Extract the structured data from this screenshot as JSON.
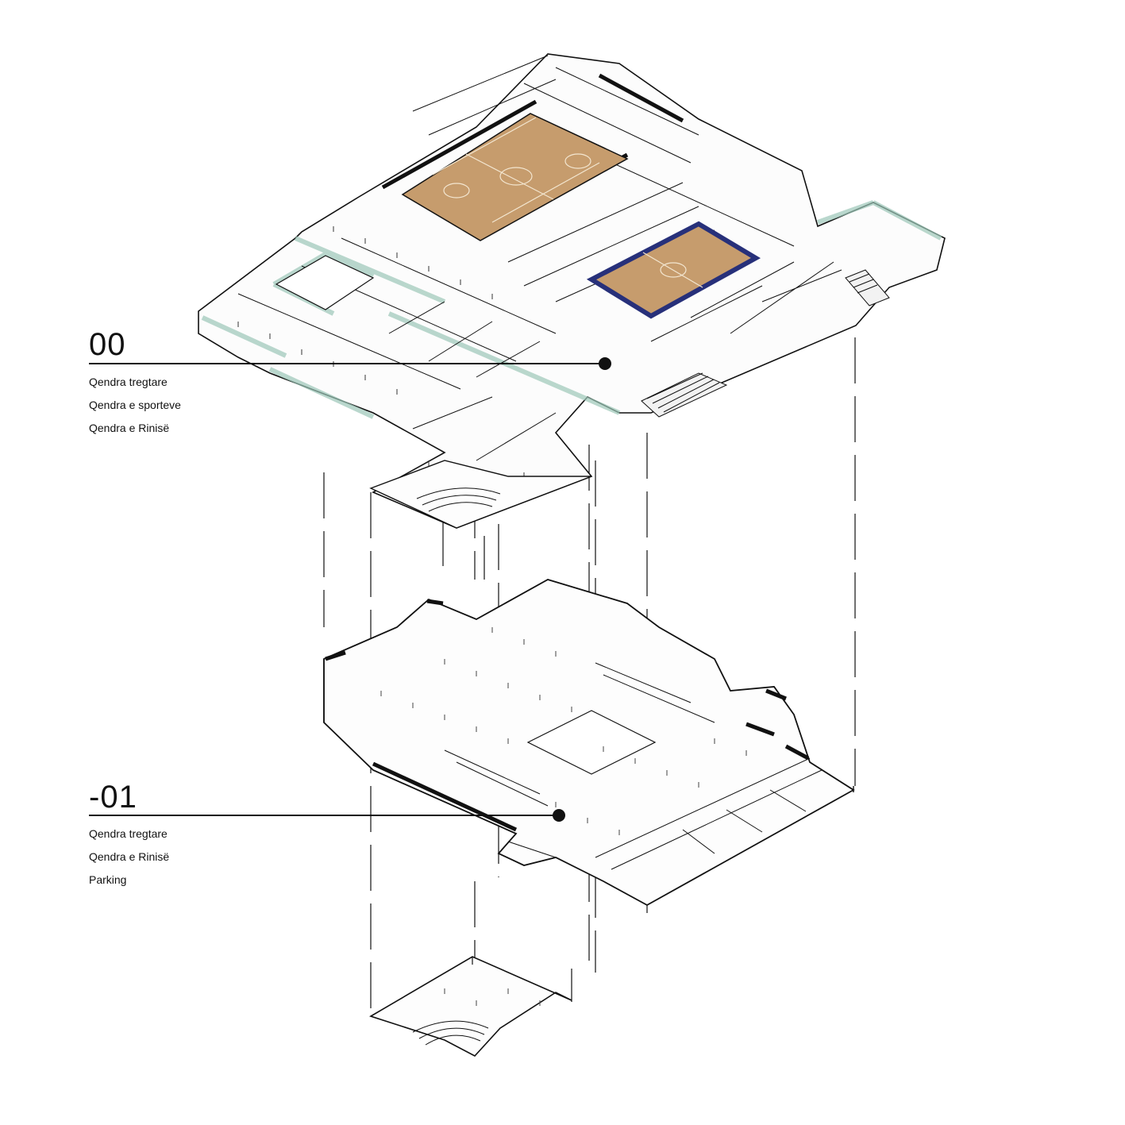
{
  "levels": [
    {
      "label": "00",
      "functions": [
        "Qendra tregtare",
        "Qendra e sporteve",
        "Qendra e Rinisë"
      ]
    },
    {
      "label": "-01",
      "functions": [
        "Qendra tregtare",
        "Qendra e Rinisë",
        "Parking"
      ]
    }
  ],
  "colors": {
    "court_wood": "#c69c6d",
    "court_lines": "#f3e6d0",
    "court_border_blue": "#27307a",
    "glass": "#bcd9cf",
    "ink": "#111111",
    "furniture_tan": "#d9b98f"
  }
}
